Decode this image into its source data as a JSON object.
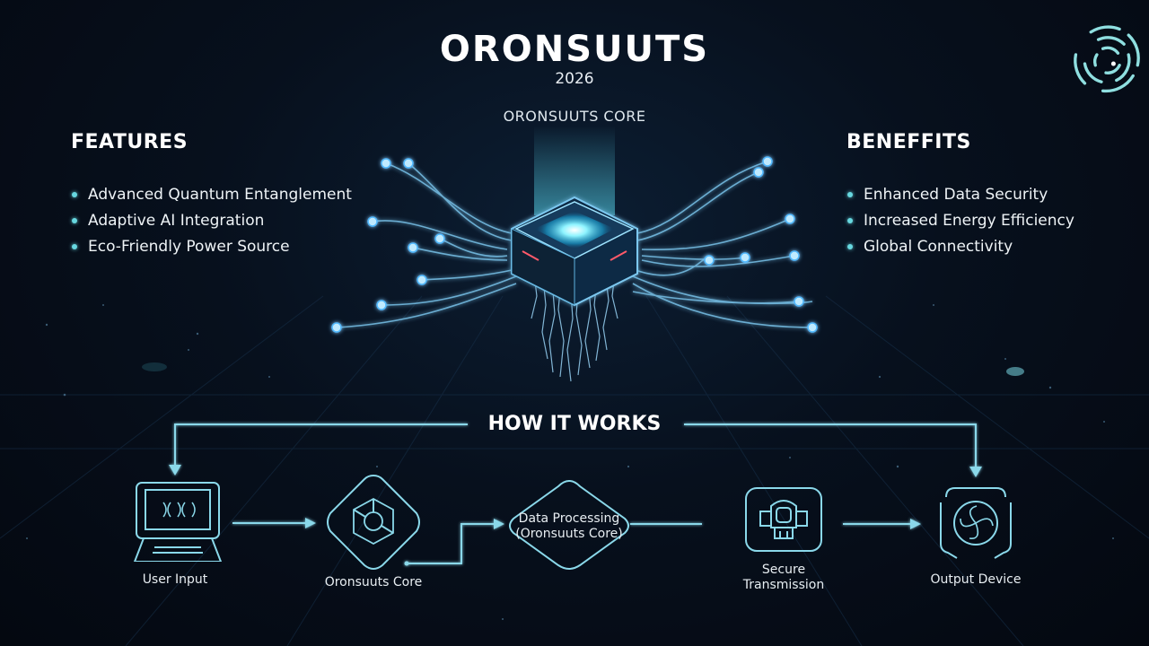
{
  "header": {
    "title": "ORONSUUTS",
    "year": "2026",
    "core_label": "ORONSUUTS CORE",
    "logo_icon": "concentric-arcs-logo-icon"
  },
  "features": {
    "heading": "FEATURES",
    "items": [
      {
        "label": "Advanced Quantum Entanglement"
      },
      {
        "label": "Adaptive AI Integration"
      },
      {
        "label": "Eco-Friendly Power Source"
      }
    ]
  },
  "benefits": {
    "heading": "BENEFFITS",
    "items": [
      {
        "label": "Enhanced Data Security"
      },
      {
        "label": "Increased Energy Efficiency"
      },
      {
        "label": "Global Connectivity"
      }
    ]
  },
  "how_it_works": {
    "heading": "HOW IT WORKS",
    "steps": [
      {
        "label": "User Input",
        "icon": "laptop-icon"
      },
      {
        "label": "Oronsuuts Core",
        "icon": "hexagon-core-icon"
      },
      {
        "label_line1": "Data Processing",
        "label_line2": "(Oronsuuts Core)",
        "icon": "diamond-decision-shape"
      },
      {
        "label_line1": "Secure",
        "label_line2": "Transmission",
        "icon": "robot-shield-icon"
      },
      {
        "label": "Output Device",
        "icon": "swirl-device-icon"
      }
    ]
  },
  "colors": {
    "background": "#060c18",
    "accent_cyan": "#7fd6e6",
    "glow_blue": "#3fb8ff",
    "bullet": "#67d8e0",
    "text": "#eef4f8"
  }
}
